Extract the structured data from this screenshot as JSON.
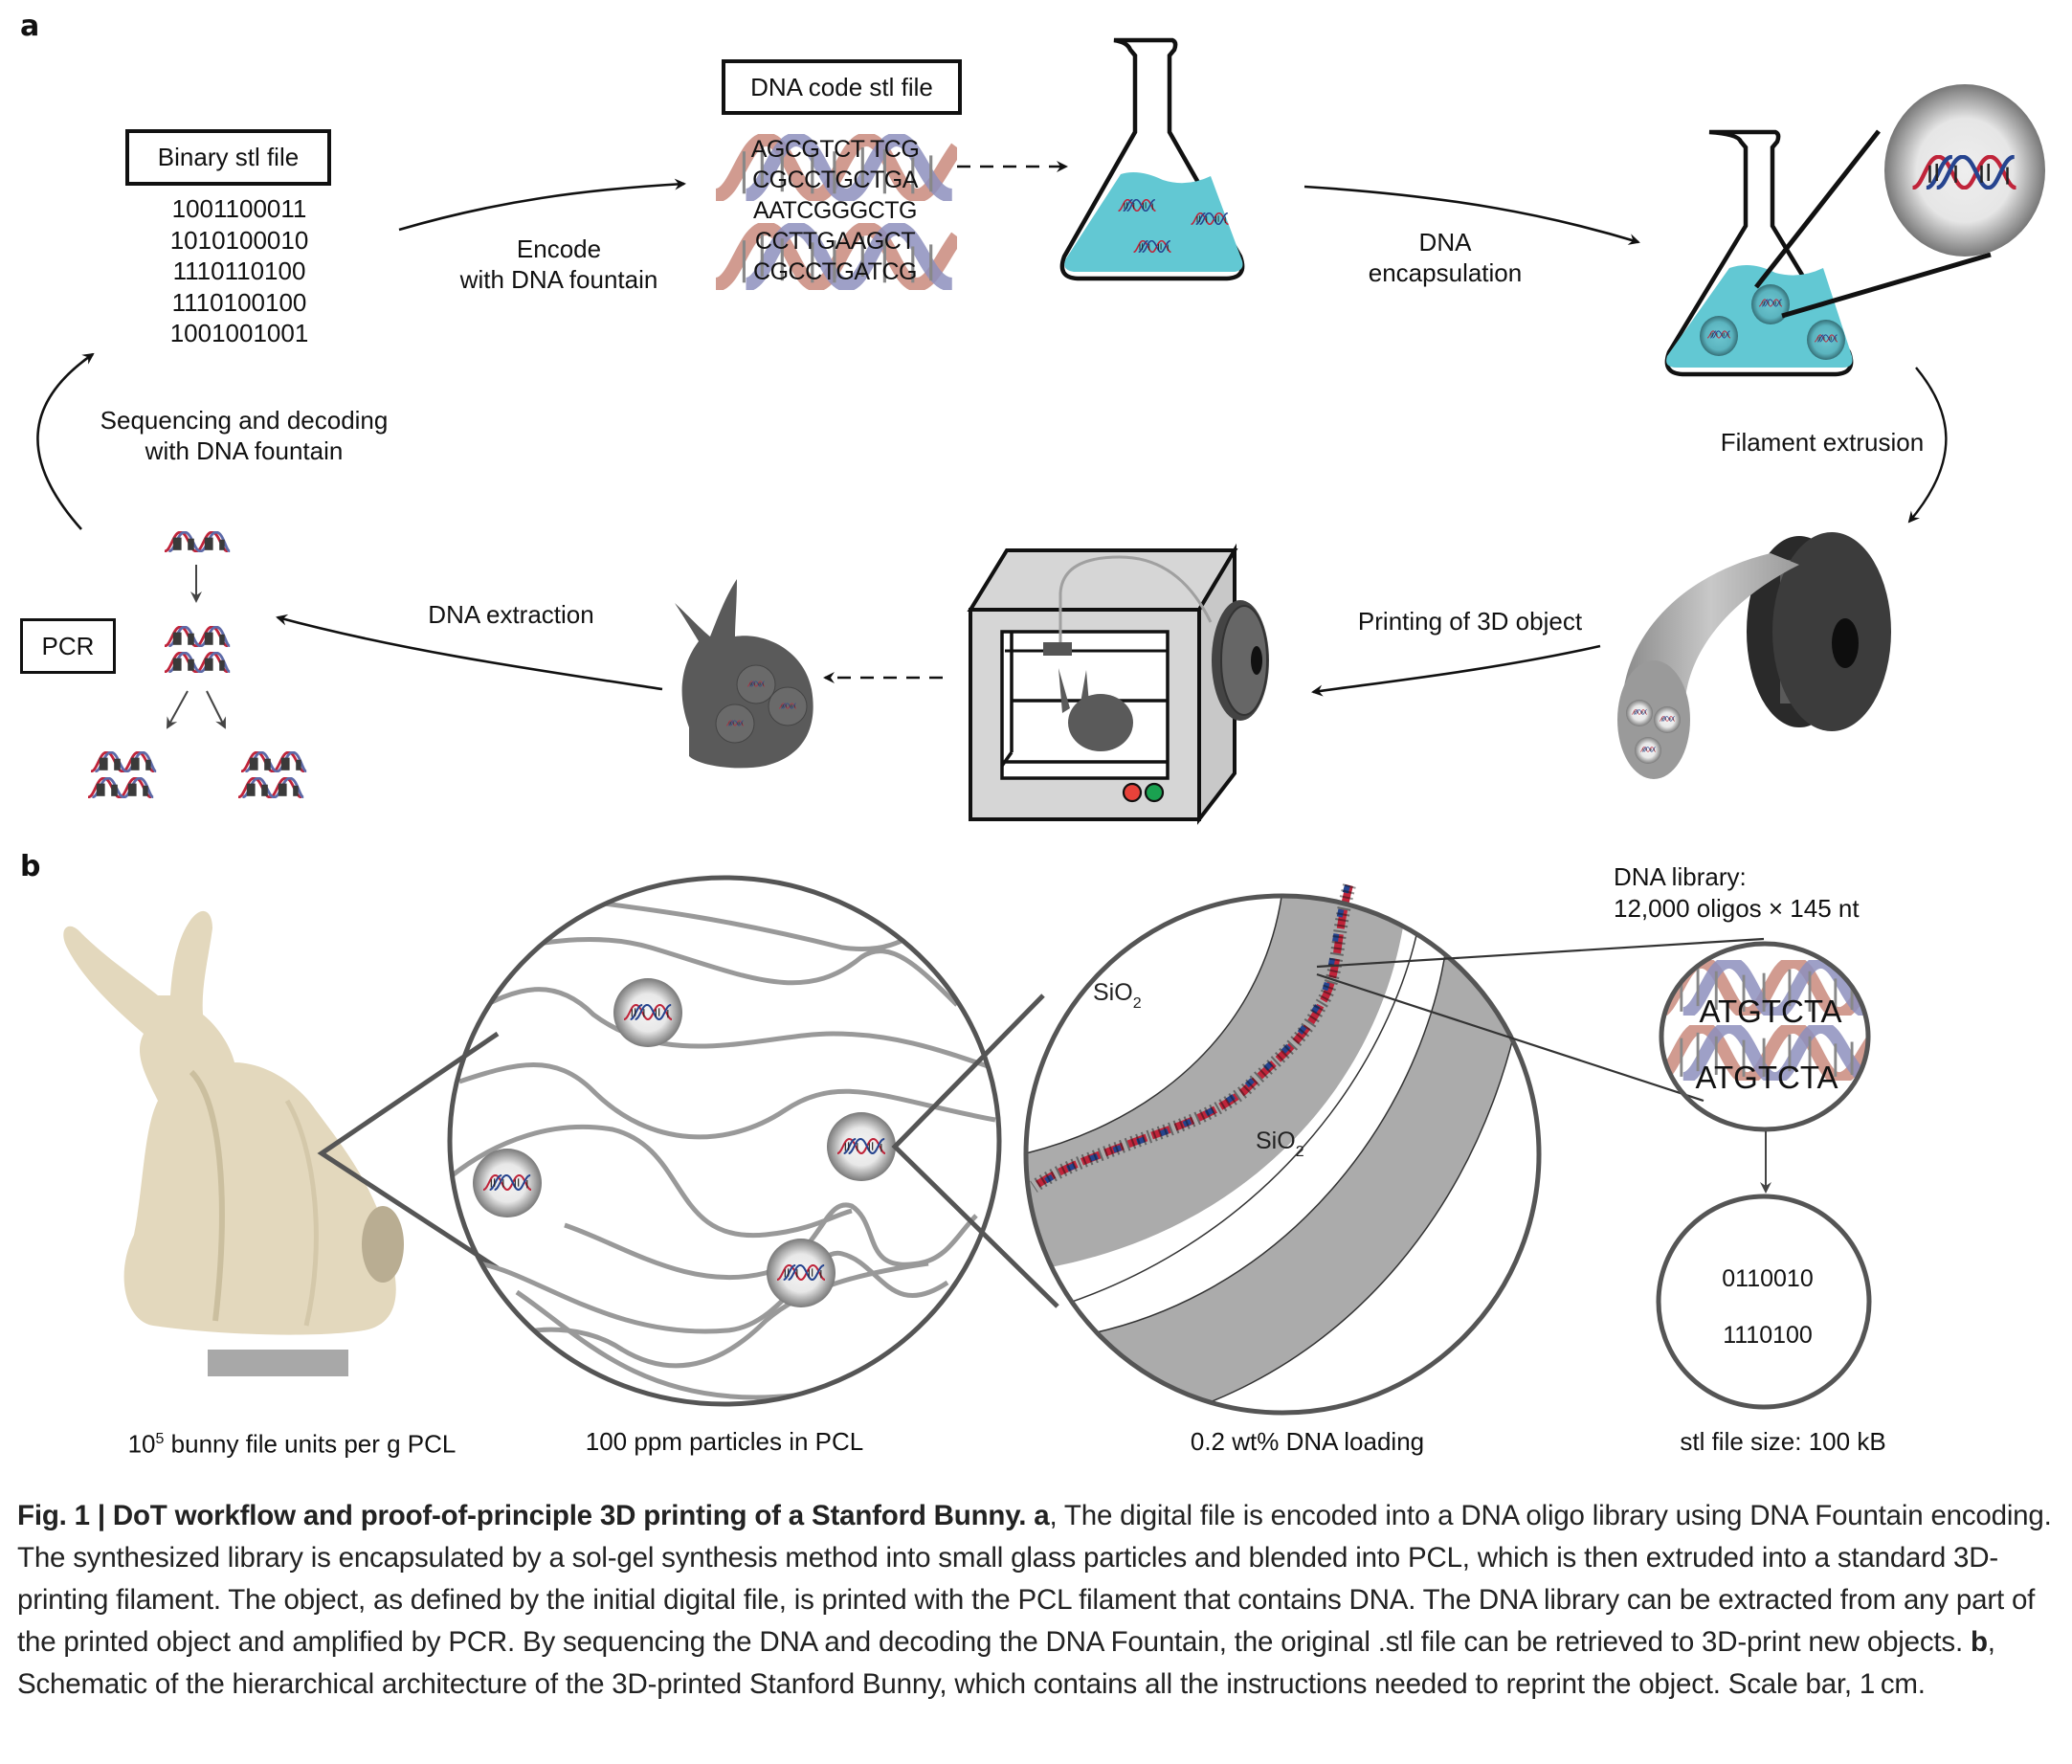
{
  "panel_a": {
    "label": "a",
    "binary_box": "Binary stl file",
    "binary_lines": [
      "1001100011",
      "1010100010",
      "1110110100",
      "1110100100",
      "1001001001"
    ],
    "encode_label": [
      "Encode",
      "with DNA fountain"
    ],
    "dna_box": "DNA code stl file",
    "dna_sequences": [
      "AGCGTCT TCG",
      "CGCCTGCTGA",
      "AATCGGGCTG",
      "CCTTGAAGCT",
      "CGCCTGATCG"
    ],
    "encapsulation_label": [
      "DNA",
      "encapsulation"
    ],
    "extrusion_label": "Filament extrusion",
    "printing_label": "Printing of 3D object",
    "extraction_label": "DNA extraction",
    "pcr_box": "PCR",
    "sequencing_label": [
      "Sequencing and decoding",
      "with DNA fountain"
    ]
  },
  "panel_b": {
    "label": "b",
    "library_label": [
      "DNA library:",
      "12,000 oligos × 145 nt"
    ],
    "oligo_sequences": [
      "ATGTCTA",
      "ATGTCTA"
    ],
    "sio2_label": "SiO",
    "sio2_subscript": "2",
    "bits": [
      "0110010",
      "1110100"
    ],
    "captions": {
      "bunny_prefix": "10",
      "bunny_sup": "5",
      "bunny_suffix": " bunny file units per g PCL",
      "particles": "100 ppm particles in PCL",
      "loading": "0.2 wt% DNA loading",
      "filesize": "stl file size: 100 kB"
    }
  },
  "caption": {
    "fig_label": "Fig. 1 | DoT workflow and proof-of-principle 3D printing of a Stanford Bunny.",
    "a_label": "a",
    "a_text": ", The digital file is encoded into a DNA oligo library using DNA Fountain encoding. The synthesized library is encapsulated by a sol-gel synthesis method into small glass particles and blended into PCL, which is then extruded into a standard 3D-printing filament. The object, as defined by the initial digital file, is printed with the PCL filament that contains DNA. The DNA library can be extracted from any part of the printed object and amplified by PCR. By sequencing the DNA and decoding the DNA Fountain, the original .stl file can be retrieved to 3D-print new objects.",
    "b_label": "b",
    "b_text": ", Schematic of the hierarchical architecture of the 3D-printed Stanford Bunny, which contains all the instructions needed to reprint the object. Scale bar, 1 cm."
  },
  "colors": {
    "liquid": "#62c8d3",
    "dna_red": "#c0243a",
    "dna_blue": "#26448f",
    "strand_red_soft": "#c98a7c",
    "strand_blue_soft": "#8d8fbd",
    "circle_gray": "#555555",
    "sio2_gray": "#aaaaaa",
    "bunny_cream": "#e6dcc4",
    "printer_gray": "#d6d6d6",
    "btn_red": "#e8423a",
    "btn_green": "#1aa150"
  }
}
